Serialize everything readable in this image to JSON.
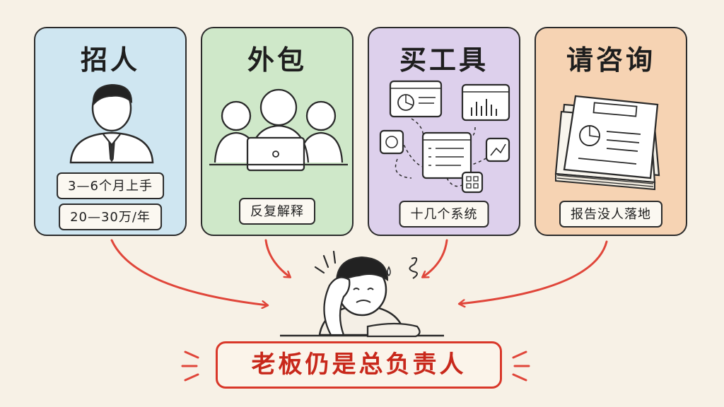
{
  "panels": [
    {
      "title": "招人",
      "bg": "#cfe6f1",
      "icon": "employee-icon",
      "tags": [
        "3—6个月上手",
        "20—30万/年"
      ]
    },
    {
      "title": "外包",
      "bg": "#cfe8c9",
      "icon": "team-laptop-icon",
      "tags": [
        "反复解释"
      ]
    },
    {
      "title": "买工具",
      "bg": "#ddd0ec",
      "icon": "software-tools-icon",
      "tags": [
        "十几个系统"
      ]
    },
    {
      "title": "请咨询",
      "bg": "#f6d3b3",
      "icon": "report-icon",
      "tags": [
        "报告没人落地"
      ]
    }
  ],
  "center": {
    "icon": "stressed-boss-icon"
  },
  "banner": {
    "text": "老板仍是总负责人",
    "color": "#d9382a"
  },
  "colors": {
    "outline": "#2b2b2b",
    "arrow": "#e0463a",
    "background": "#f7f1e6"
  }
}
